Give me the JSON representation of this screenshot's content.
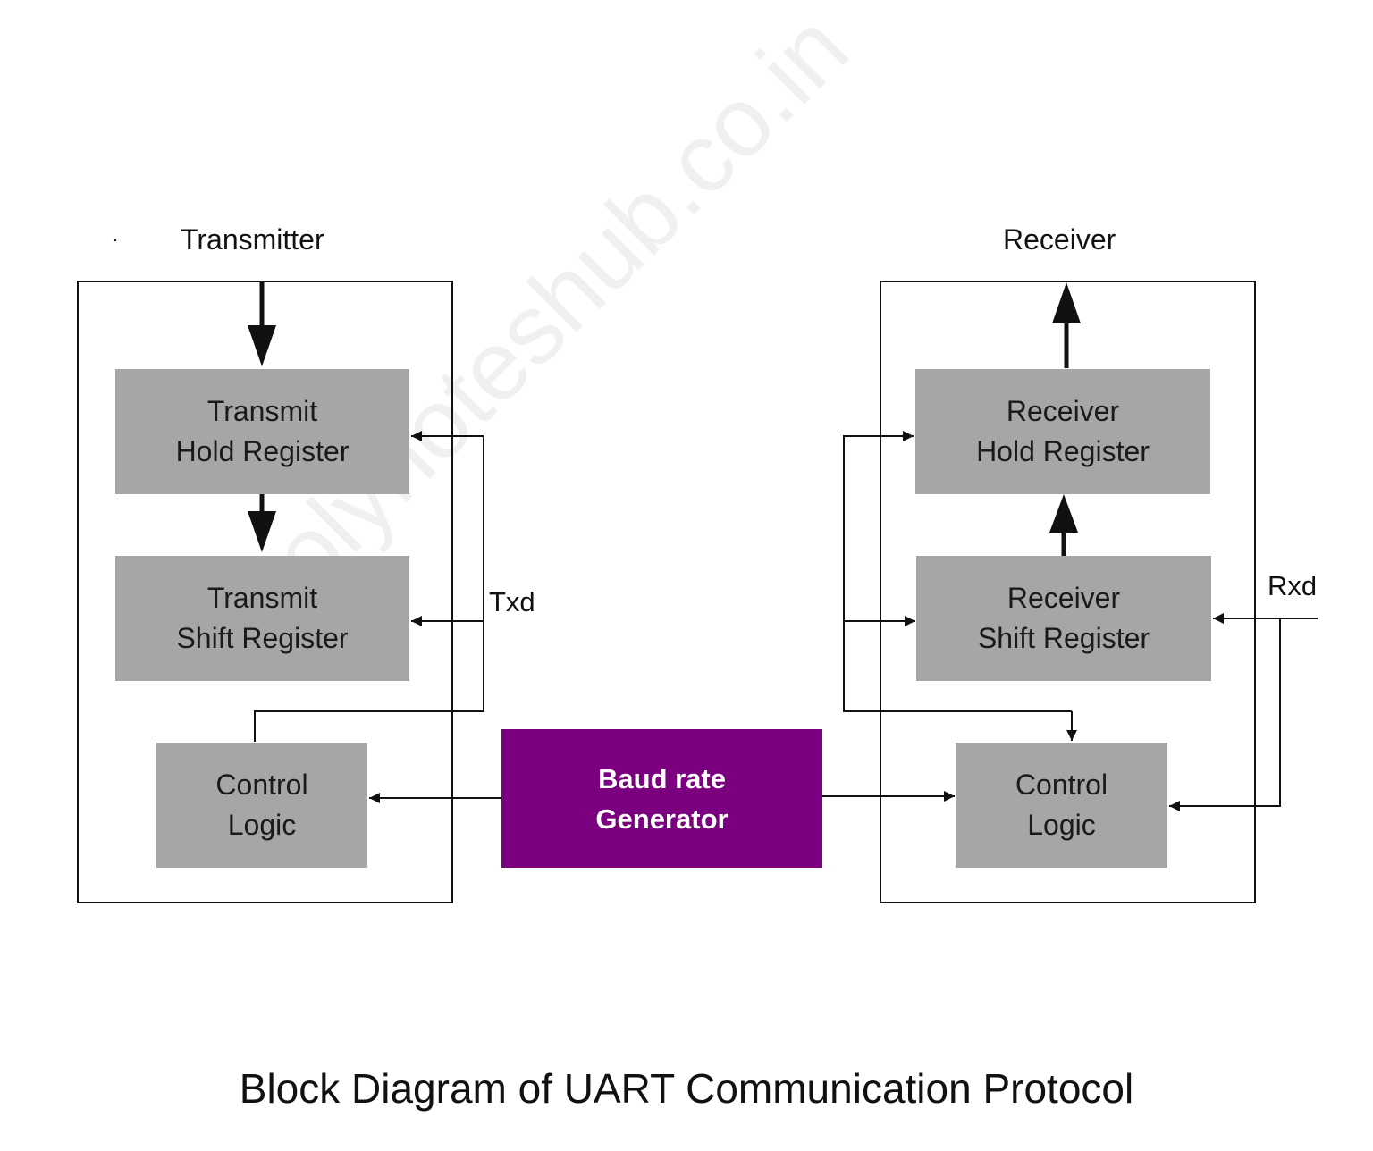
{
  "transmitter": {
    "title": "Transmitter",
    "hold_register": {
      "line1": "Transmit",
      "line2": "Hold Register"
    },
    "shift_register": {
      "line1": "Transmit",
      "line2": "Shift Register"
    },
    "control_logic": {
      "line1": "Control",
      "line2": "Logic"
    }
  },
  "receiver": {
    "title": "Receiver",
    "hold_register": {
      "line1": "Receiver",
      "line2": "Hold Register"
    },
    "shift_register": {
      "line1": "Receiver",
      "line2": "Shift Register"
    },
    "control_logic": {
      "line1": "Control",
      "line2": "Logic"
    }
  },
  "baud_generator": {
    "line1": "Baud rate",
    "line2": "Generator",
    "color": "#7b0080"
  },
  "signals": {
    "txd": "Txd",
    "rxd": "Rxd"
  },
  "caption": "Block Diagram of UART Communication Protocol",
  "watermark": "polynoteshub.co.in",
  "colors": {
    "block": "#a6a6a6",
    "line": "#111111"
  }
}
